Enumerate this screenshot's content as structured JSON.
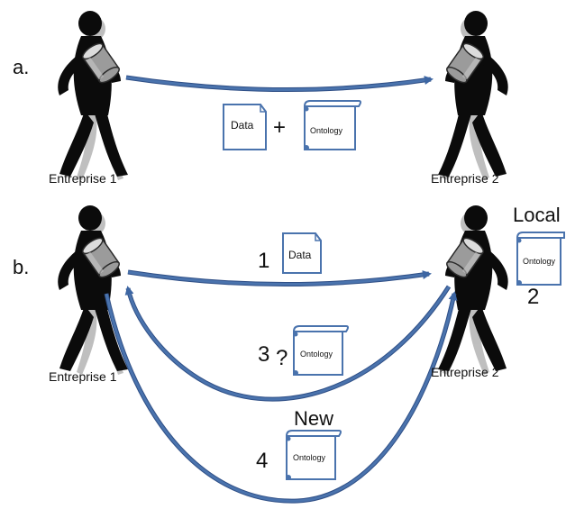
{
  "panels": {
    "a": {
      "letter": "a.",
      "left_label": "Entreprise 1",
      "right_label": "Entreprise 2",
      "doc_label": "Data",
      "plus": "+",
      "scroll_label": "Ontology"
    },
    "b": {
      "letter": "b.",
      "left_label": "Entreprise 1",
      "right_label": "Entreprise 2",
      "step1_number": "1",
      "step1_doc_label": "Data",
      "local_word": "Local",
      "local_scroll_label": "Ontology",
      "step2_number": "2",
      "step3_number": "3",
      "step3_question": "?",
      "step3_scroll_label": "Ontology",
      "new_word": "New",
      "step4_number": "4",
      "step4_scroll_label": "Ontology"
    }
  },
  "colors": {
    "arrow": "#4a73ad",
    "arrow_edge": "#2f4f86",
    "doc_border": "#4a73ad",
    "figure": "#0b0b0b",
    "figure_shadow": "#7a7a7a",
    "cylinder": "#9b9b9b"
  },
  "icons": [
    "person-figure",
    "database-cylinder",
    "document-icon",
    "scroll-icon"
  ]
}
